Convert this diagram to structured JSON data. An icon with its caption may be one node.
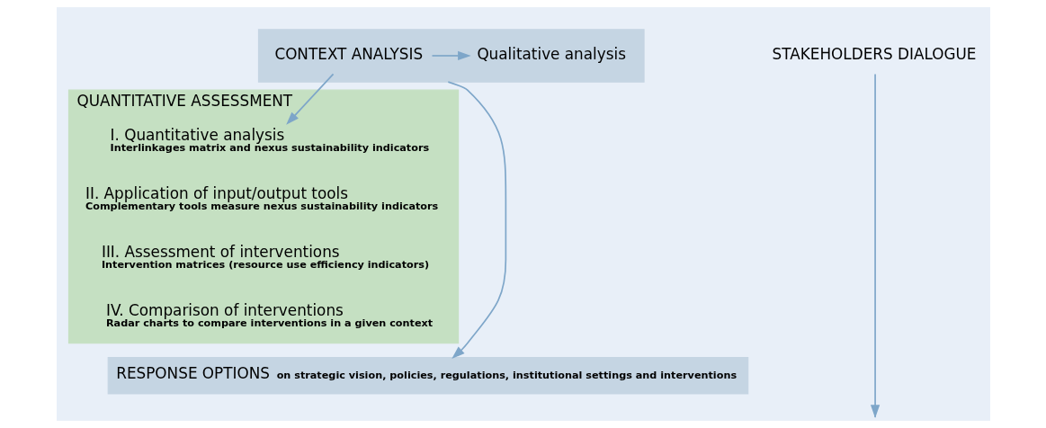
{
  "diagram": {
    "nodes": [
      {
        "text": [],
        "shape": "bar"
      },
      {
        "text": [
          "CONTEXT ANALYSIS"
        ],
        "in": 0
      },
      {
        "text": [
          "Qualitative analysis"
        ],
        "in": 0
      },
      {
        "text": [
          "QUANTITATIVE ASSESSMENT"
        ]
      },
      {
        "text": [
          "I. Quantitative analysis",
          "Interlinkages matrix and nexus sustainability indicators"
        ],
        "in": 3
      },
      {
        "text": [
          "II. Application of input/output tools",
          "Complementary tools measure nexus sustainability indicators"
        ],
        "in": 3
      },
      {
        "text": [
          "III. Assessment of interventions",
          "Intervention matrices (resource use efficiency indicators)"
        ],
        "in": 3
      },
      {
        "text": [
          "IV. Comparison of interventions",
          "Radar charts to compare interventions in a given context"
        ],
        "in": 3
      },
      {
        "text": [
          "RESPONSE OPTIONS",
          "on strategic vision, policies, regulations, institutional settings and interventions"
        ]
      },
      {
        "text": [
          "STAKEHOLDERS DIALOGUE"
        ]
      }
    ],
    "edges": [
      {
        "from": 1,
        "to": 2,
        "arrow": "to"
      },
      {
        "from": 1,
        "to": 4,
        "arrow": "to"
      },
      {
        "from": 0,
        "to": 8,
        "arrow": "to"
      },
      {
        "from": 9,
        "to": null,
        "arrow": "to"
      }
    ]
  }
}
